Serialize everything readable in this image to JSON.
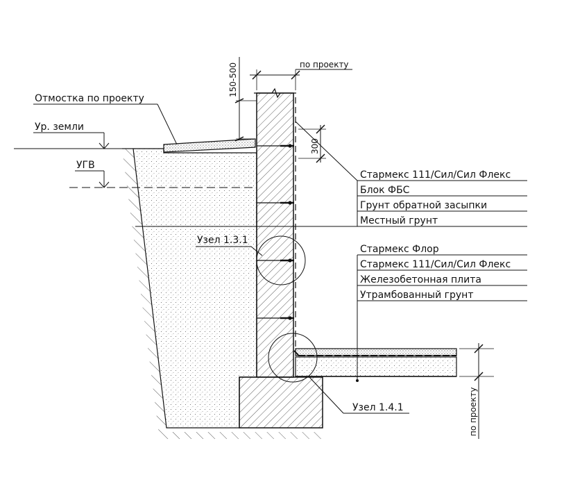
{
  "labels": {
    "otmostka": "Отмостка по проекту",
    "ur_zemli": "Ур. земли",
    "ugv": "УГВ",
    "dim_150_500": "150-500",
    "po_proektu_top": "по проекту",
    "dim_300": "300",
    "uzel_131": "Узел 1.3.1",
    "uzel_141": "Узел 1.4.1",
    "po_proektu_right": "по проекту"
  },
  "legend_wall": [
    "Стармекс 111/Сил/Сил Флекс",
    "Блок ФБС",
    "Грунт обратной засыпки",
    "Местный грунт"
  ],
  "legend_floor": [
    "Стармекс Флор",
    "Стармекс 111/Сил/Сил Флекс",
    "Железобетонная плита",
    "Утрамбованный грунт"
  ]
}
